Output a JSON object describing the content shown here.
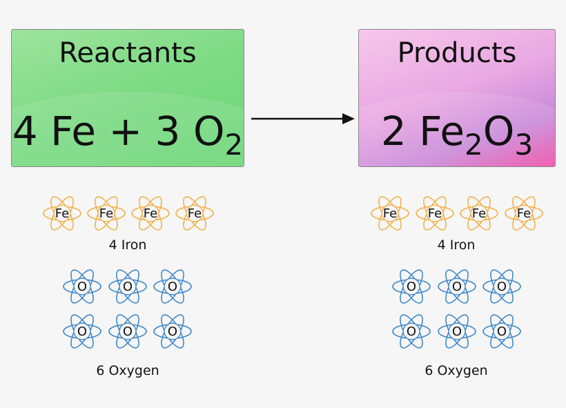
{
  "reactants": {
    "title": "Reactants",
    "equation": {
      "c1": "4 Fe + 3 O",
      "s1": "2"
    },
    "iron_symbol": "Fe",
    "iron_caption": "4 Iron",
    "oxygen_symbol": "O",
    "oxygen_caption": "6 Oxygen"
  },
  "products": {
    "title": "Products",
    "equation": {
      "c1": "2 Fe",
      "s1": "2",
      "c2": "O",
      "s2": "3"
    },
    "iron_symbol": "Fe",
    "iron_caption": "4 Iron",
    "oxygen_symbol": "O",
    "oxygen_caption": "6 Oxygen"
  },
  "colors": {
    "iron_orbit": "#f2b14a",
    "oxygen_orbit": "#3f88c9",
    "reactants_box": "#7fdb86",
    "products_box": "#e9a9e3"
  }
}
